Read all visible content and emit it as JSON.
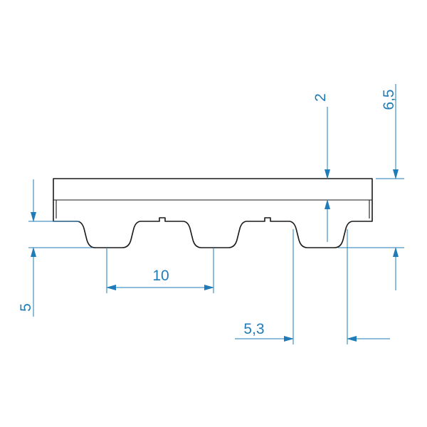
{
  "colors": {
    "dimension": "#1f7cb8",
    "outline": "#1a1a1a",
    "background": "#ffffff"
  },
  "dimensions": {
    "belt_thickness": "6,5",
    "backing_thickness": "2",
    "tooth_height": "5",
    "pitch": "10",
    "tooth_width": "5,3"
  }
}
